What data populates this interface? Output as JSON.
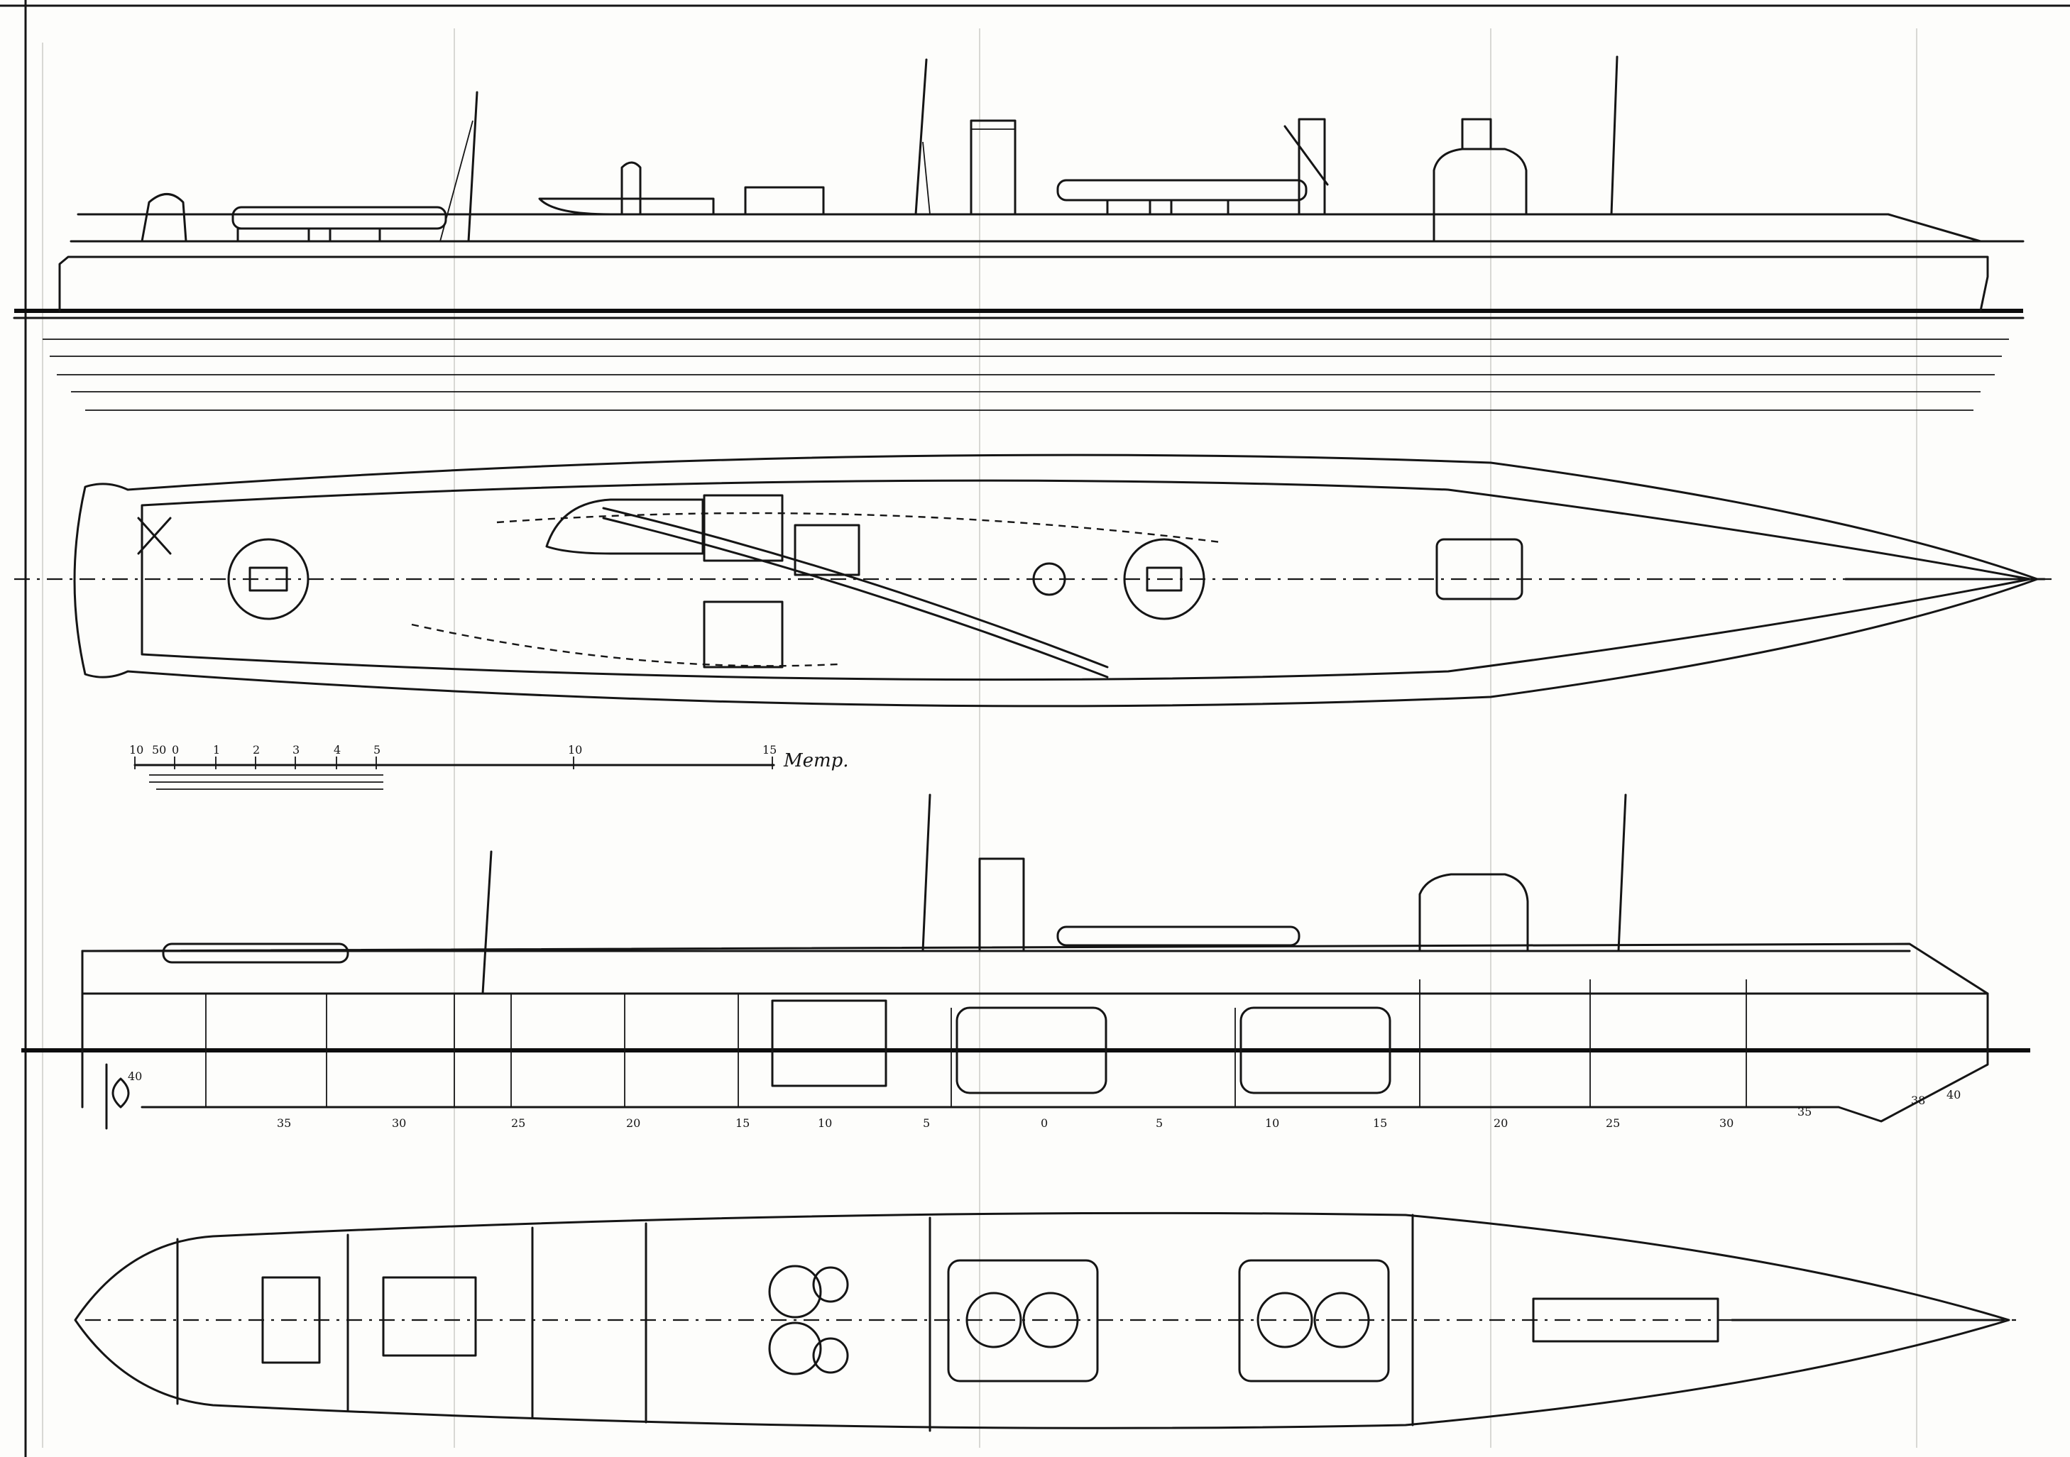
{
  "scale_bar": {
    "ticks": [
      "10",
      "50",
      "0",
      "1",
      "2",
      "3",
      "4",
      "5",
      "10",
      "15"
    ],
    "unit": "Метр."
  },
  "frame_numbers": [
    "40",
    "35",
    "30",
    "25",
    "20",
    "15",
    "10",
    "5",
    "0",
    "5",
    "10",
    "15",
    "20",
    "25",
    "30",
    "35",
    "38",
    "40"
  ],
  "colors": {
    "ink": "#151515",
    "paper": "#fdfdfb"
  }
}
